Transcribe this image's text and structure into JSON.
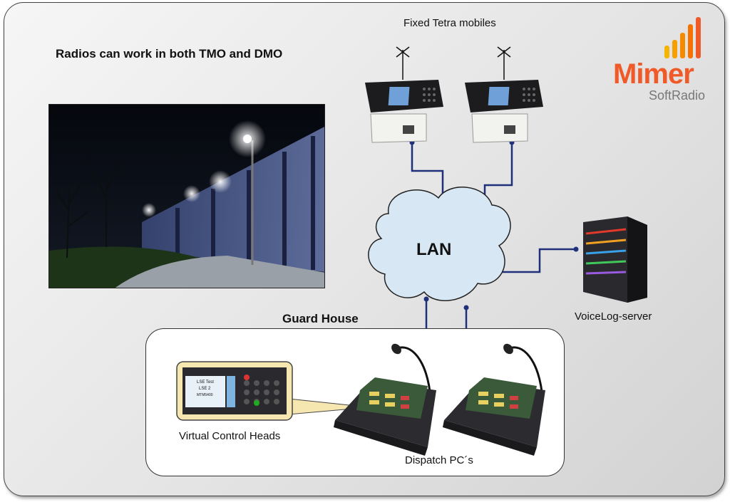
{
  "headline": "Radios can work in both TMO and DMO",
  "mobiles_label": "Fixed Tetra mobiles",
  "network_label": "LAN",
  "server_label": "VoiceLog-server",
  "guard_house_title": "Guard House",
  "virtual_control_heads_label": "Virtual Control Heads",
  "dispatch_label": "Dispatch PC´s",
  "logo": {
    "word": "Mimer",
    "sub": "SoftRadio"
  },
  "control_head_screen": {
    "line1": "LSE Test",
    "line2": "LSE 2",
    "line3": "MTM5400"
  },
  "colors": {
    "link": "#1f2f7a",
    "cloud": "#d7e8f4",
    "logo_orange": "#f05a28",
    "logo_yellow": "#f5b400"
  }
}
